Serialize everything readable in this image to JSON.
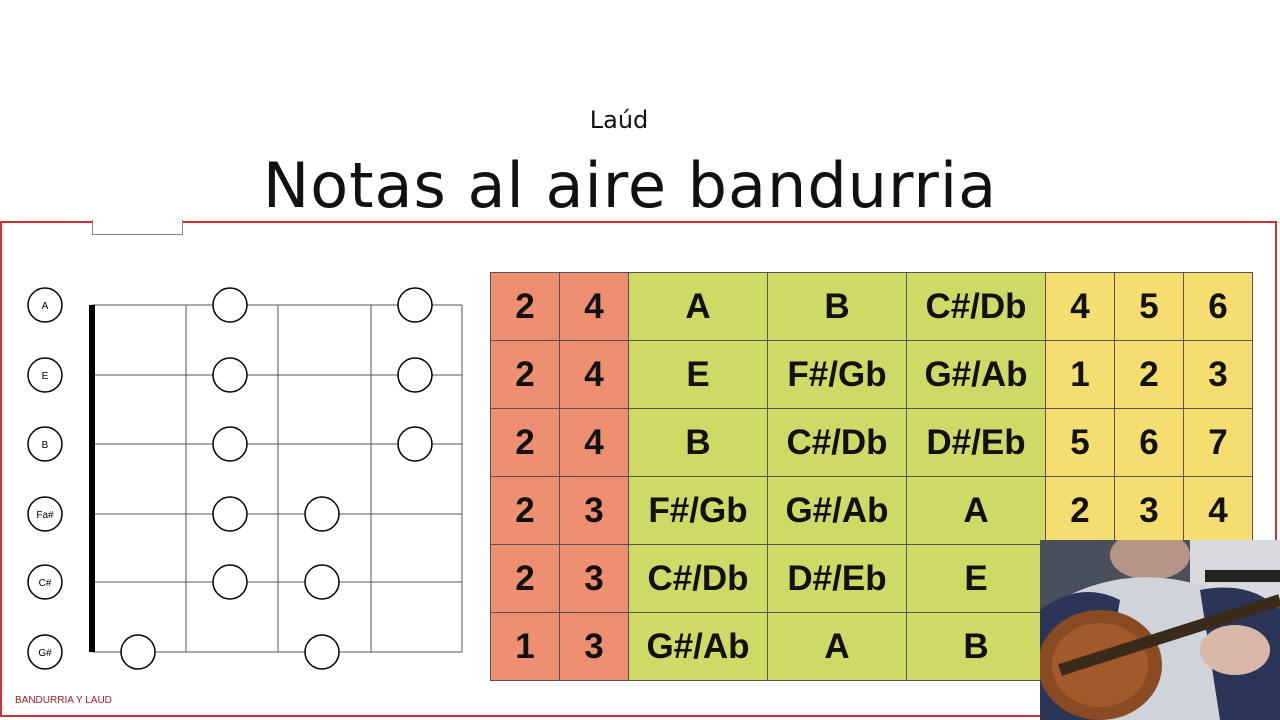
{
  "header": {
    "subtitle": "Laúd",
    "title": "Notas al aire bandurria"
  },
  "footer": {
    "label": "BANDURRIA Y LAUD"
  },
  "fretboard": {
    "strings": [
      "A",
      "E",
      "B",
      "Fa#",
      "C#",
      "G#"
    ],
    "dots": [
      [
        2,
        4
      ],
      [
        2,
        4
      ],
      [
        2,
        4
      ],
      [
        2,
        3
      ],
      [
        2,
        3
      ],
      [
        1,
        3
      ]
    ]
  },
  "table": {
    "rows": [
      [
        "2",
        "4",
        "A",
        "B",
        "C#/Db",
        "4",
        "5",
        "6"
      ],
      [
        "2",
        "4",
        "E",
        "F#/Gb",
        "G#/Ab",
        "1",
        "2",
        "3"
      ],
      [
        "2",
        "4",
        "B",
        "C#/Db",
        "D#/Eb",
        "5",
        "6",
        "7"
      ],
      [
        "2",
        "3",
        "F#/Gb",
        "G#/Ab",
        "A",
        "2",
        "3",
        "4"
      ],
      [
        "2",
        "3",
        "C#/Db",
        "D#/Eb",
        "E",
        "",
        "",
        ""
      ],
      [
        "1",
        "3",
        "G#/Ab",
        "A",
        "B",
        "",
        "",
        ""
      ]
    ]
  },
  "colors": {
    "frame": "#cc3333",
    "fret_col": "#ee8f72",
    "note_col": "#cfd966",
    "degree_col": "#f5dd6f"
  }
}
